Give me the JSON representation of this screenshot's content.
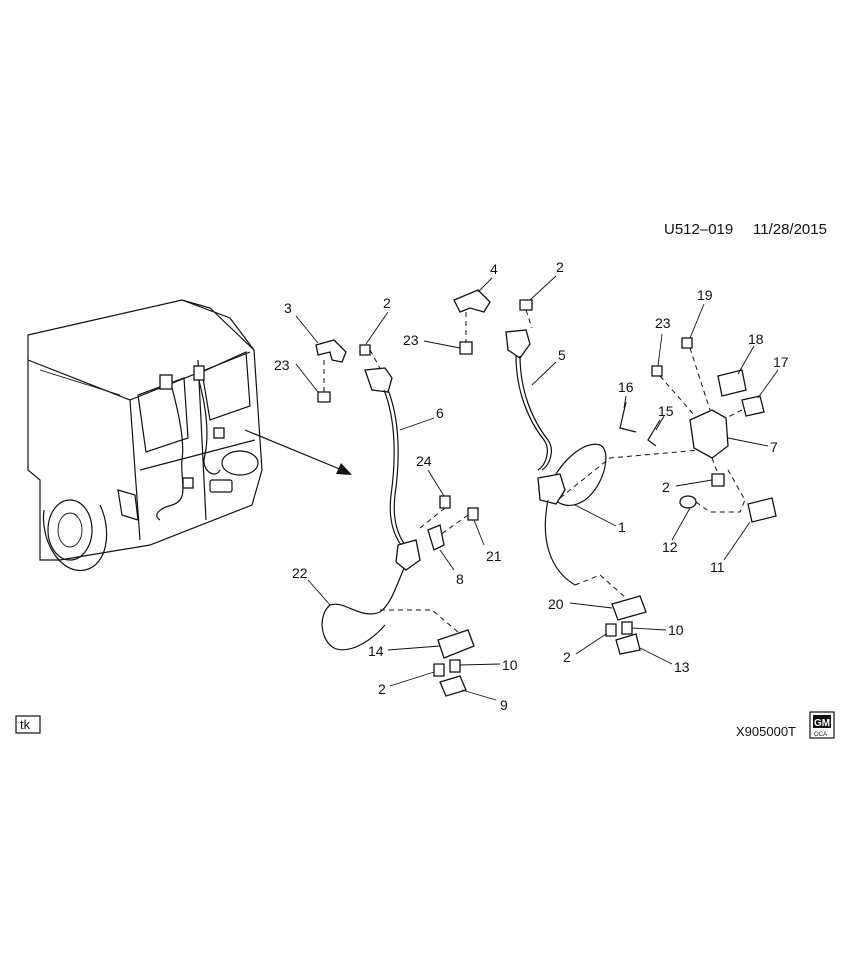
{
  "header": {
    "diagram_code": "U512–019",
    "date": "11/28/2015"
  },
  "footer": {
    "illustrator_tag": "tk",
    "figure_number": "X905000T",
    "logo_top": "GM",
    "logo_bottom": "OCA"
  },
  "callouts": {
    "c1": "1",
    "c2a": "2",
    "c2b": "2",
    "c2c": "2",
    "c2d": "2",
    "c2e": "2",
    "c3": "3",
    "c4": "4",
    "c5": "5",
    "c6": "6",
    "c7": "7",
    "c8": "8",
    "c9": "9",
    "c10a": "10",
    "c10b": "10",
    "c11": "11",
    "c12": "12",
    "c13": "13",
    "c14": "14",
    "c15": "15",
    "c16": "16",
    "c17": "17",
    "c18": "18",
    "c19": "19",
    "c20": "20",
    "c21": "21",
    "c22": "22",
    "c23a": "23",
    "c23b": "23",
    "c23c": "23",
    "c24": "24"
  }
}
